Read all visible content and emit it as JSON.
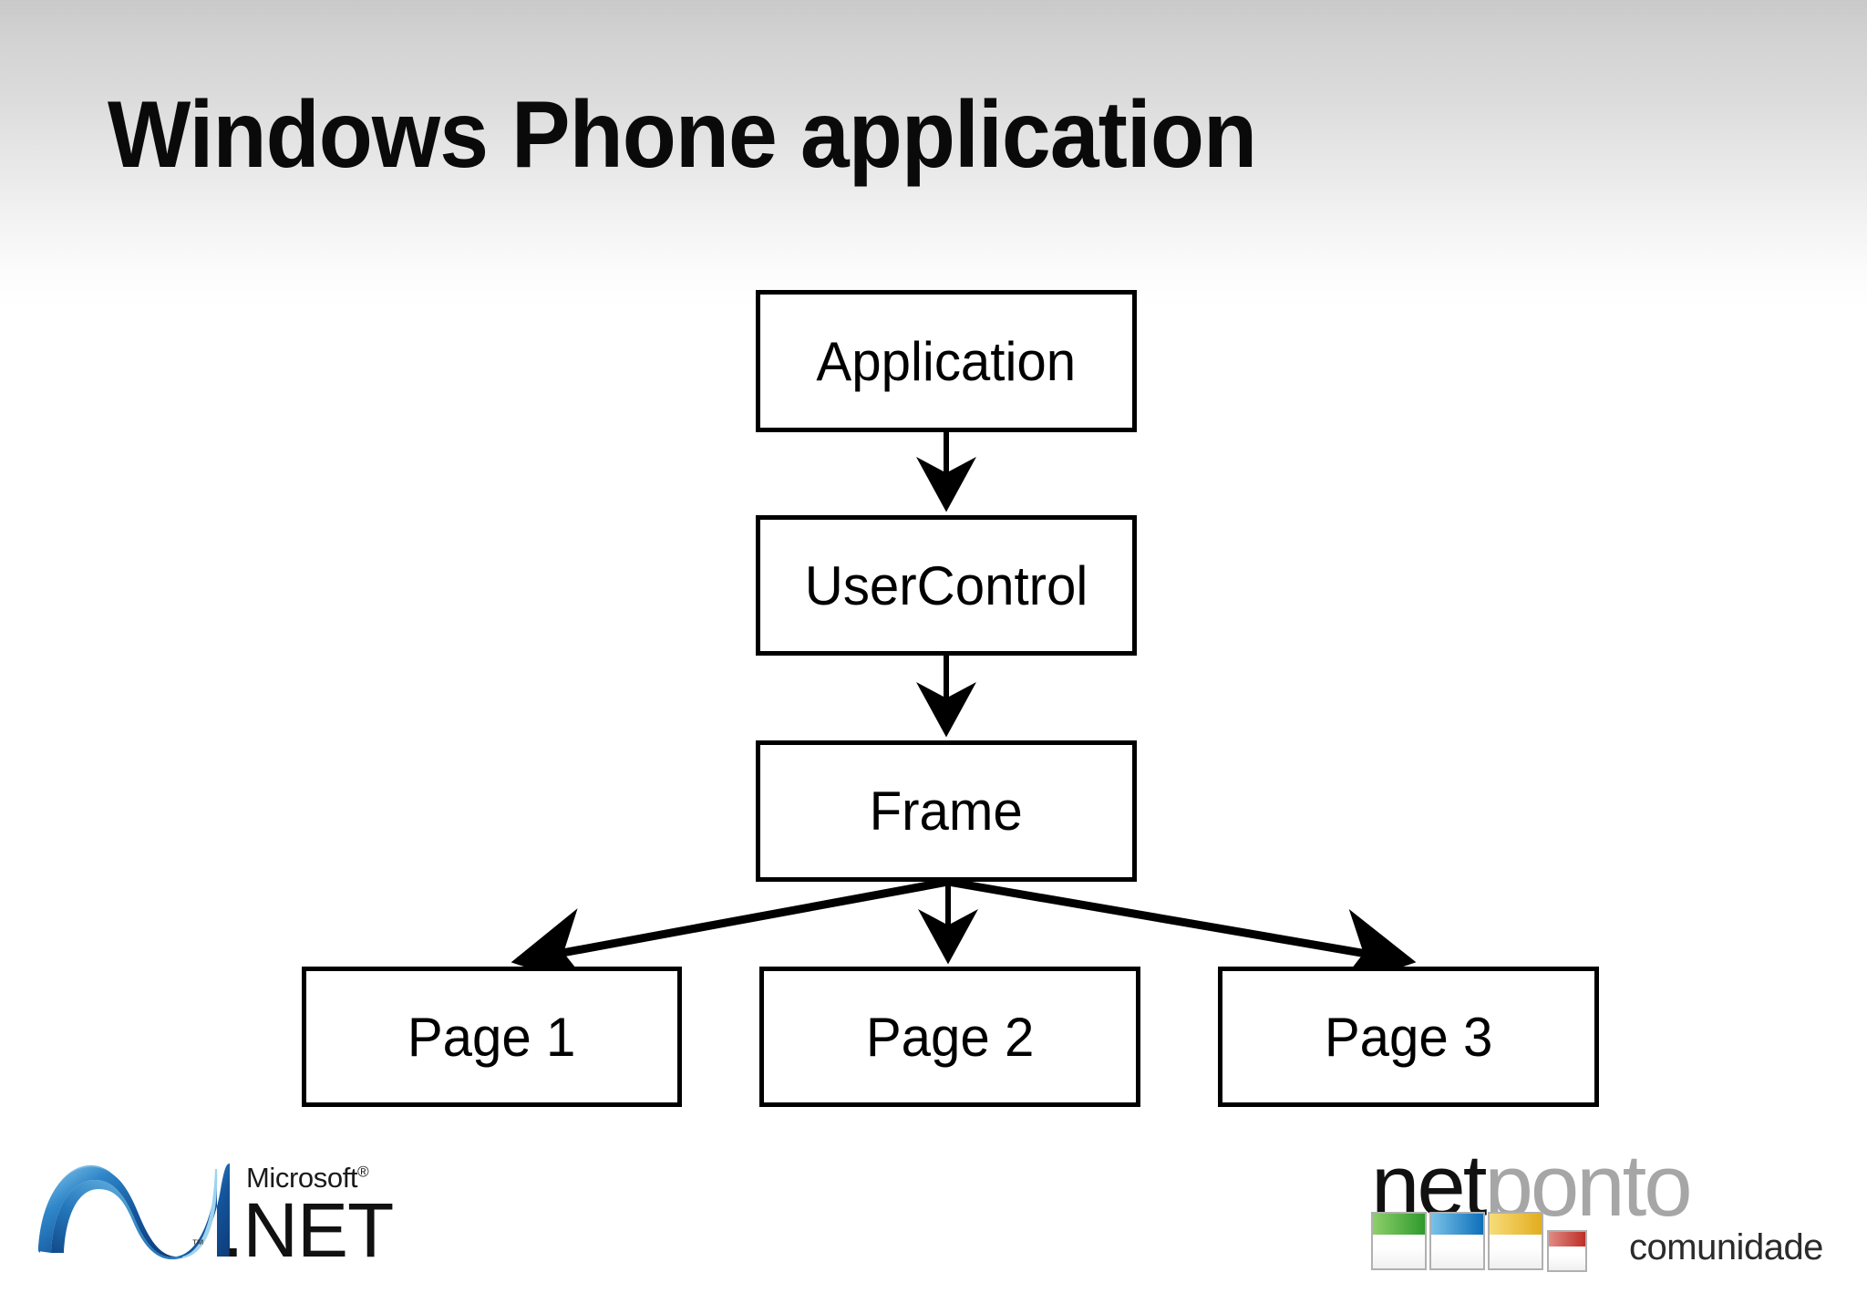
{
  "slide": {
    "title": "Windows Phone application",
    "background_top_color": "#c9c9c9",
    "background_bottom_color": "#ffffff"
  },
  "diagram": {
    "type": "flow-hierarchy",
    "line_color": "#000000",
    "box_fill": "#ffffff",
    "nodes": [
      {
        "id": "application",
        "label": "Application"
      },
      {
        "id": "usercontrol",
        "label": "UserControl"
      },
      {
        "id": "frame",
        "label": "Frame"
      },
      {
        "id": "page1",
        "label": "Page 1"
      },
      {
        "id": "page2",
        "label": "Page 2"
      },
      {
        "id": "page3",
        "label": "Page 3"
      }
    ],
    "edges": [
      {
        "from": "application",
        "to": "usercontrol"
      },
      {
        "from": "usercontrol",
        "to": "frame"
      },
      {
        "from": "frame",
        "to": "page1"
      },
      {
        "from": "frame",
        "to": "page2"
      },
      {
        "from": "frame",
        "to": "page3"
      }
    ]
  },
  "dotnet_logo": {
    "microsoft": "Microsoft",
    "registered": "®",
    "net": ".NET",
    "tm": "™",
    "swoosh_color_dark": "#16559a",
    "swoosh_color_mid": "#2079c4",
    "swoosh_color_light": "#7fc3e8"
  },
  "netponto_logo": {
    "net": "net",
    "ponto": "ponto",
    "comunidade": "comunidade",
    "net_color": "#111111",
    "ponto_color": "#a6a6a6",
    "tiles": [
      {
        "name": "green",
        "color": "#43a63a"
      },
      {
        "name": "blue",
        "color": "#1b7ec4"
      },
      {
        "name": "yellow",
        "color": "#e8b733"
      },
      {
        "name": "red",
        "color": "#c23a32"
      }
    ]
  }
}
